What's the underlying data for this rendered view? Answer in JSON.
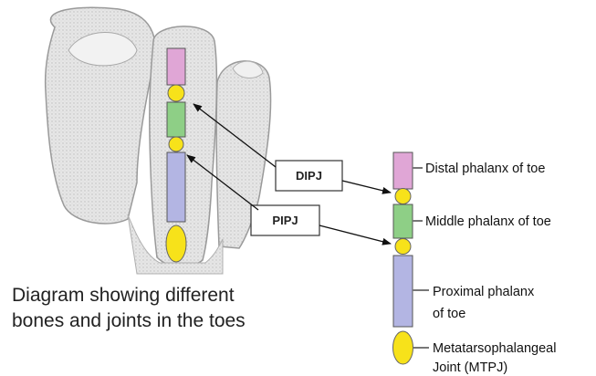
{
  "diagram": {
    "joint_labels": {
      "dipj": "DIPJ",
      "pipj": "PIPJ"
    },
    "part_labels": {
      "distal": "Distal phalanx of toe",
      "middle": "Middle phalanx of toe",
      "proximal_line1": "Proximal phalanx",
      "proximal_line2": "of toe",
      "mtpj_line1": "Metatarsophalangeal",
      "mtpj_line2": "Joint (MTPJ)"
    },
    "caption_line1": "Diagram showing different",
    "caption_line2": "bones and joints in the toes"
  },
  "colors": {
    "distal_phalanx": "#e0a6d6",
    "middle_phalanx": "#8ecf86",
    "proximal_phalanx": "#b3b5e3",
    "joint": "#f7e21a",
    "outline": "#555555"
  }
}
